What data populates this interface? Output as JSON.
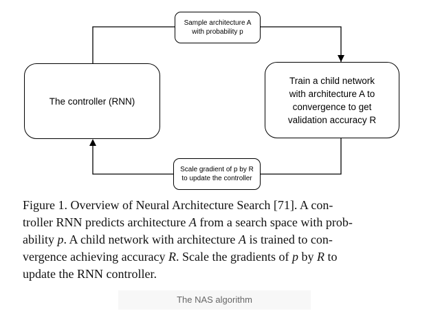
{
  "diagram": {
    "controller_label": "The controller (RNN)",
    "child_label_lines": [
      "Train a child network",
      "with architecture A to",
      "convergence to get",
      "validation accuracy R"
    ],
    "top_label_lines": [
      "Sample architecture A",
      "with probability p"
    ],
    "bottom_label_lines": [
      "Scale gradient of p by R",
      "to update the controller"
    ]
  },
  "caption": {
    "prefix": "Figure 1. Overview of Neural Architecture Search [71].  A con-",
    "l2a": "troller RNN predicts architecture ",
    "A1": "A",
    "l2b": " from a search space with prob-",
    "l3a": "ability ",
    "p1": "p",
    "l3b": ".  A child network with architecture ",
    "A2": "A",
    "l3c": " is trained to con-",
    "l4a": "vergence achieving accuracy ",
    "R1": "R",
    "l4b": ".  Scale the gradients of ",
    "p2": "p",
    "l4c": " by ",
    "R2": "R",
    "l4d": " to",
    "l5": "update the RNN controller."
  },
  "subtitle": "The NAS algorithm",
  "colors": {
    "stroke": "#000000",
    "subtitle": "#666666"
  }
}
